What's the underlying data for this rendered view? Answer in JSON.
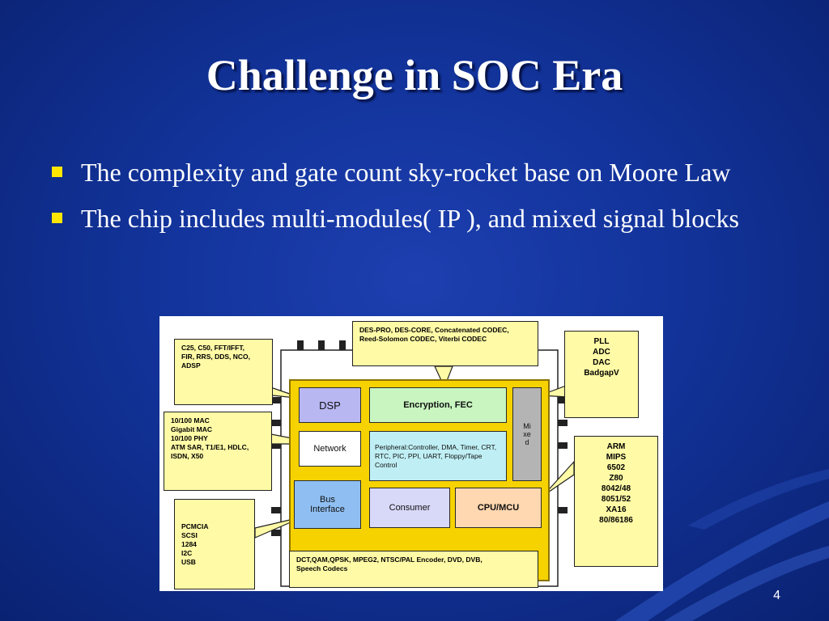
{
  "slide": {
    "title": "Challenge in SOC Era",
    "bullets": [
      {
        "text": "The complexity and gate count sky-rocket base on Moore Law"
      },
      {
        "text": "The chip includes multi-modules( IP ), and mixed signal blocks"
      }
    ],
    "page_number": "4"
  },
  "diagram": {
    "blocks": {
      "dsp": "DSP",
      "encryption": "Encryption, FEC",
      "mixed": "Mi\nxe\nd",
      "network": "Network",
      "peripheral": "Peripheral:Controller, DMA, Timer, CRT, RTC, PIC, PPI, UART, Floppy/Tape Control",
      "bus_interface": "Bus\nInterface",
      "consumer": "Consumer",
      "cpu_mcu": "CPU/MCU"
    },
    "callouts": {
      "dsp": "C25, C50, FFT/IFFT,\nFIR, RRS, DDS, NCO,\nADSP",
      "encryption": "DES-PRO, DES-CORE, Concatenated CODEC,\nReed-Solomon CODEC, Viterbi CODEC",
      "mixed": "PLL\nADC\nDAC\nBadgapV",
      "network": "10/100 MAC\nGigabit MAC\n10/100 PHY\nATM SAR, T1/E1, HDLC,\nISDN, X50",
      "cpu": "ARM\nMIPS\n6502\nZ80\n8042/48\n8051/52\nXA16\n80/86186",
      "bus": "PCMCIA\nSCSI\n1284\nI2C\nUSB",
      "consumer": "DCT,QAM,QPSK, MPEG2, NTSC/PAL Encoder, DVD, DVB,\nSpeech Codecs"
    },
    "colors": {
      "chip_core": "#f6d200",
      "callout_fill": "#fffaa6",
      "dsp": "#b9b7f2",
      "encryption": "#c8f5c0",
      "mixed": "#b4b4b4",
      "network": "#ffffff",
      "peripheral": "#bfeff4",
      "bus_interface": "#8fbff2",
      "consumer": "#d8d8f8",
      "cpu_mcu": "#ffd7b0"
    }
  }
}
